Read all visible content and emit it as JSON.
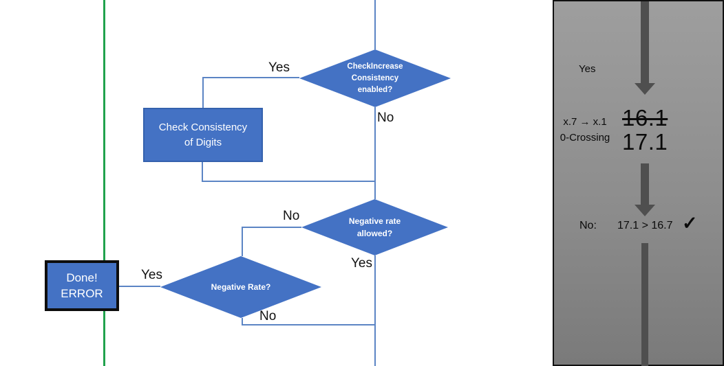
{
  "colors": {
    "shape_blue": "#4472C4",
    "shape_border_blue": "#3461AD",
    "connector_blue": "#5B84C4",
    "timeline_green": "#21A24D",
    "arrow_gray": "#4F4F4F",
    "panel_gradient_top": "#9E9E9E",
    "panel_gradient_bottom": "#7A7A7A"
  },
  "flowchart": {
    "decision_check_increase": {
      "label": "CheckIncrease\nConsistency\nenabled?"
    },
    "process_check_consistency": {
      "label": "Check Consistency\nof Digits"
    },
    "decision_negative_rate_allowed": {
      "label": "Negative rate\nallowed?"
    },
    "decision_negative_rate": {
      "label": "Negative Rate?"
    },
    "terminal_done_error": {
      "label": "Done!\nERROR"
    },
    "edge_labels": {
      "check_increase_yes": "Yes",
      "check_increase_no": "No",
      "negative_rate_allowed_no": "No",
      "negative_rate_allowed_yes": "Yes",
      "negative_rate_yes": "Yes",
      "negative_rate_no": "No"
    }
  },
  "side_panel": {
    "yes_label": "Yes",
    "case_line1": "x.7 → x.1",
    "case_line2": "0-Crossing",
    "old_value": "16.1",
    "new_value": "17.1",
    "result_prefix": "No:",
    "comparison": "17.1 > 16.7",
    "checkmark": "✓"
  }
}
